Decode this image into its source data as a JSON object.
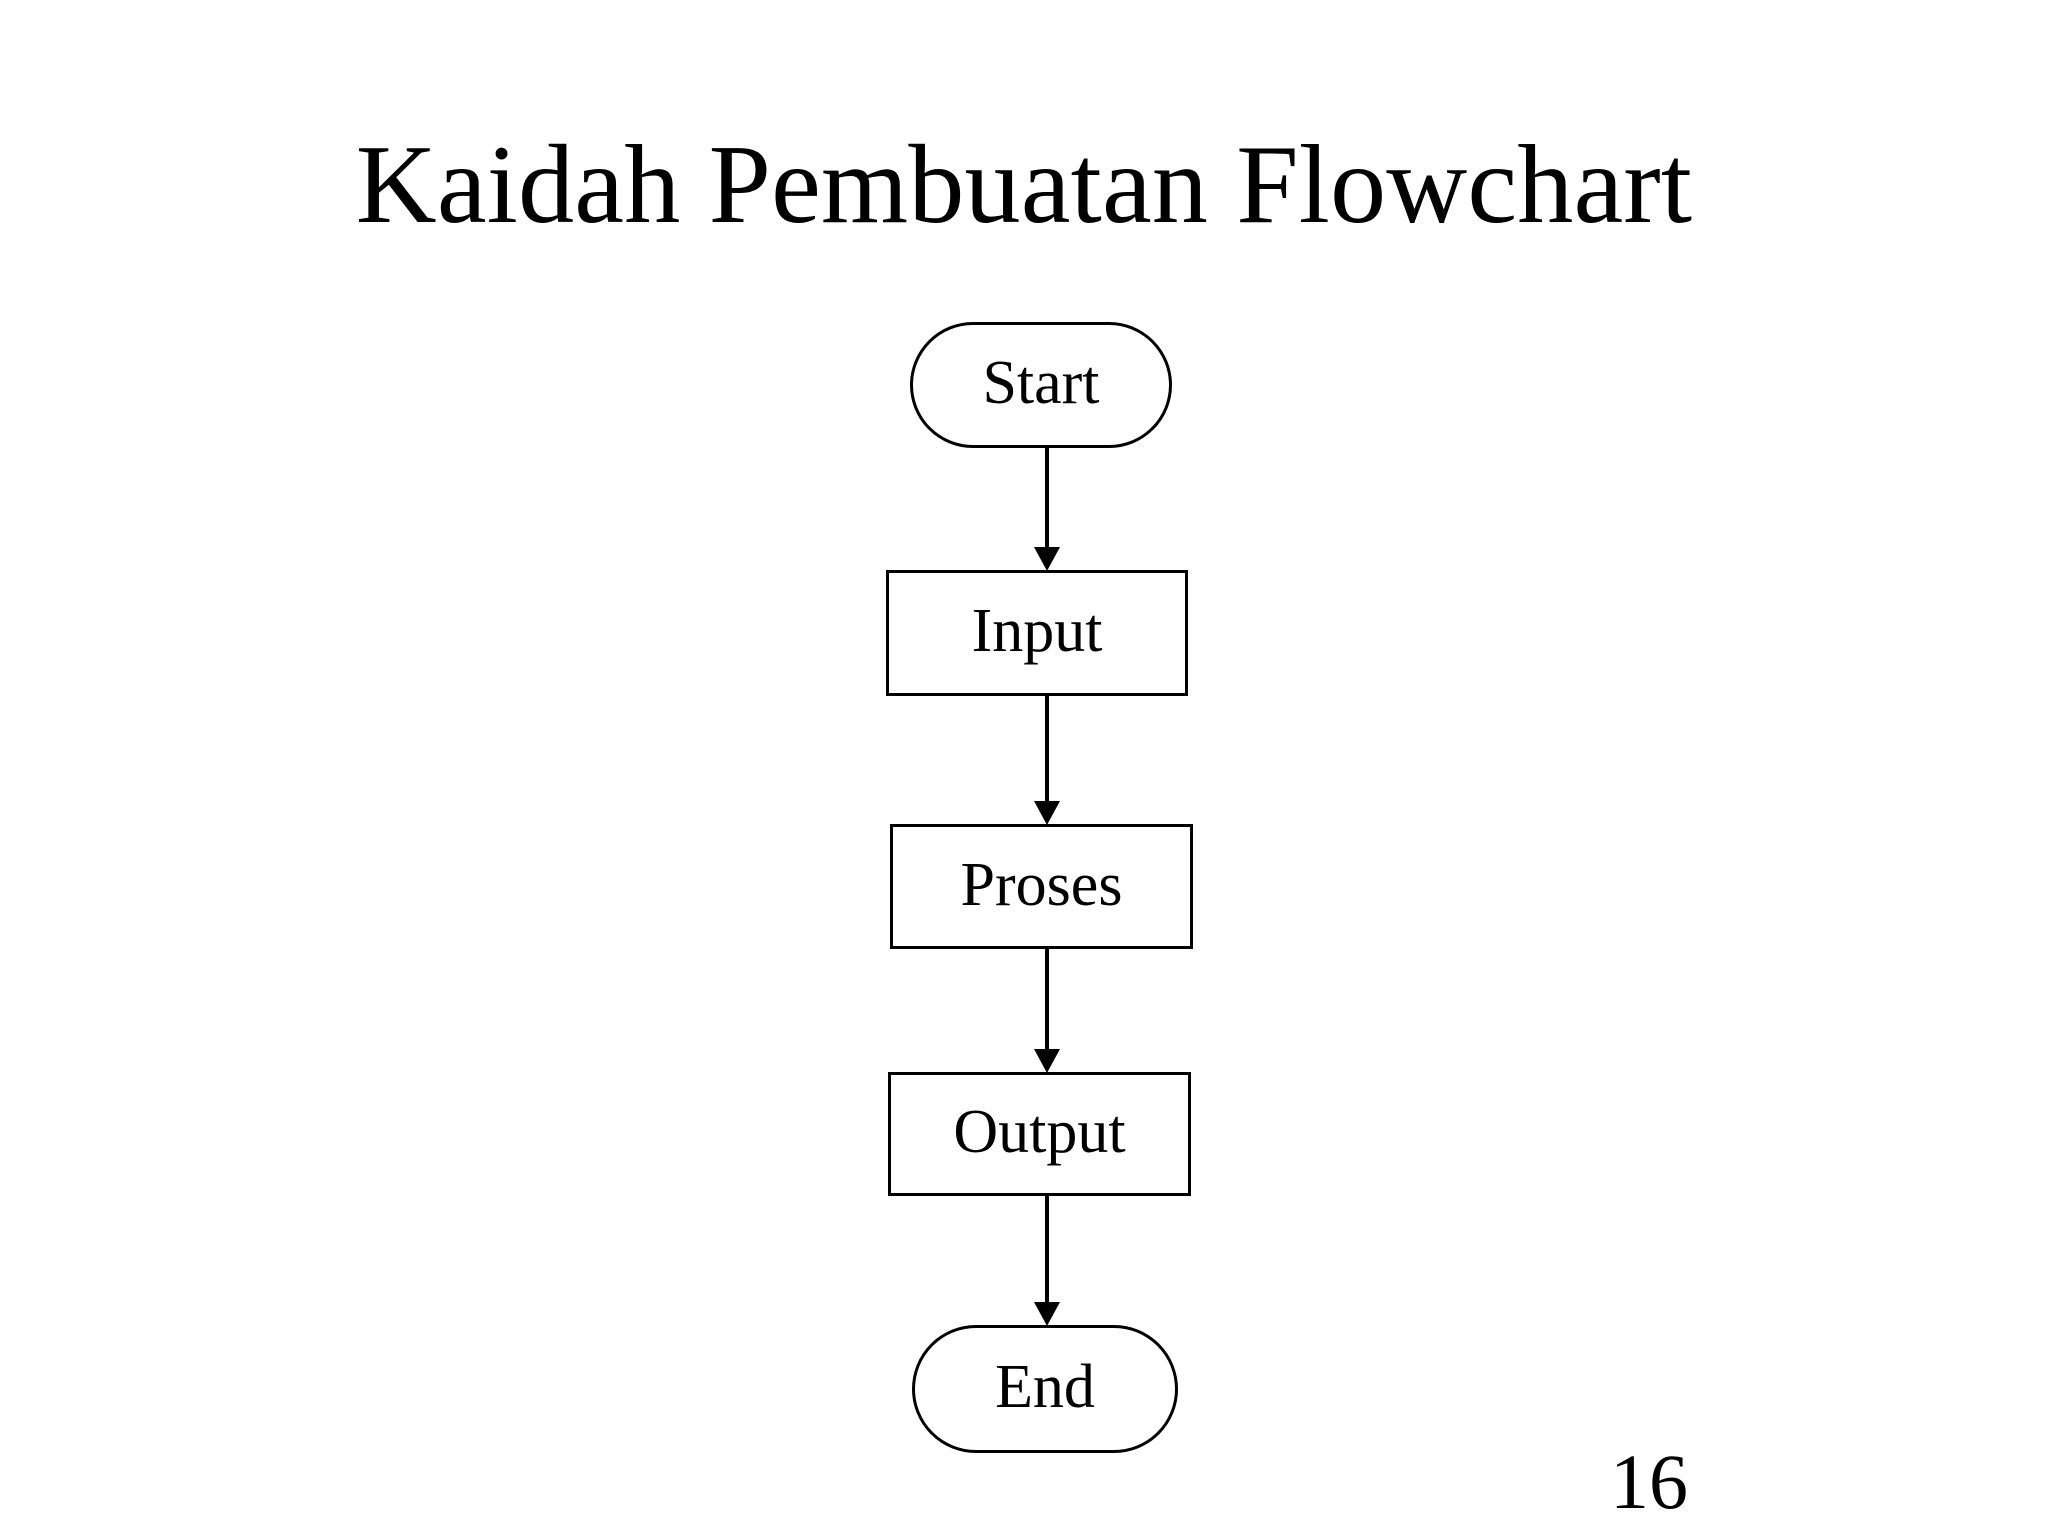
{
  "slide": {
    "title": "Kaidah Pembuatan Flowchart",
    "page_number": "16",
    "background_color": "#ffffff",
    "text_color": "#000000"
  },
  "diagram_data": {
    "type": "flowchart",
    "orientation": "vertical",
    "title": "Kaidah Pembuatan Flowchart",
    "stroke_color": "#000000",
    "fill_color": "#ffffff",
    "nodes": [
      {
        "id": "start",
        "label": "Start",
        "shape": "terminator",
        "order": 1
      },
      {
        "id": "input",
        "label": "Input",
        "shape": "process",
        "order": 2
      },
      {
        "id": "proses",
        "label": "Proses",
        "shape": "process",
        "order": 3
      },
      {
        "id": "output",
        "label": "Output",
        "shape": "process",
        "order": 4
      },
      {
        "id": "end",
        "label": "End",
        "shape": "terminator",
        "order": 5
      }
    ],
    "edges": [
      {
        "from": "start",
        "to": "input",
        "label": "",
        "arrow": "down"
      },
      {
        "from": "input",
        "to": "proses",
        "label": "",
        "arrow": "down"
      },
      {
        "from": "proses",
        "to": "output",
        "label": "",
        "arrow": "down"
      },
      {
        "from": "output",
        "to": "end",
        "label": "",
        "arrow": "down"
      }
    ]
  }
}
